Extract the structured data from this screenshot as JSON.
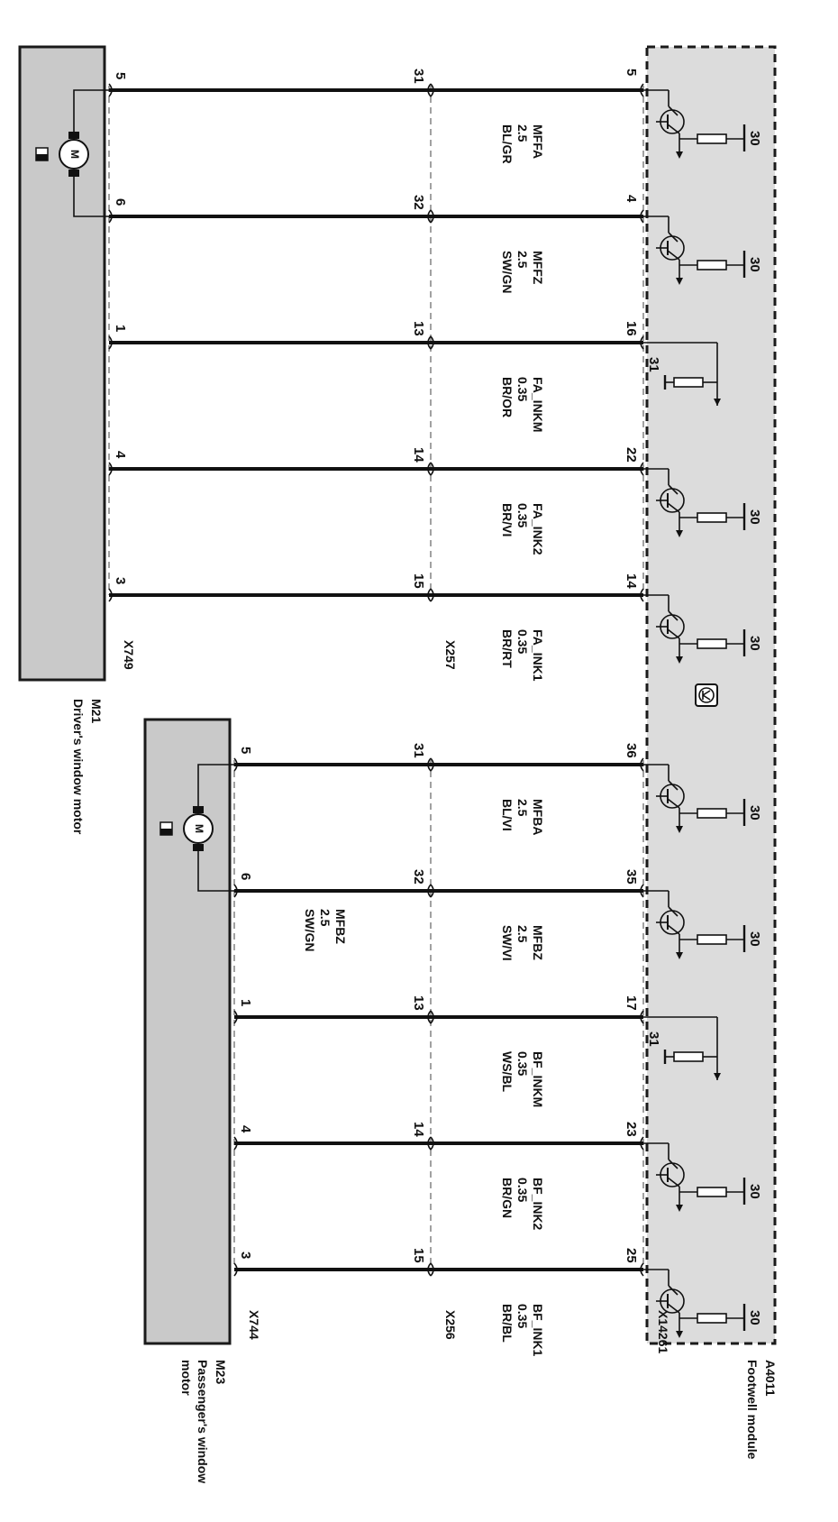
{
  "modules": {
    "driver_motor": {
      "id": "M21",
      "name": "Driver's window motor",
      "connector": "X749",
      "motor_symbol": "M"
    },
    "passenger_motor": {
      "id": "M23",
      "name": "Passenger's window motor",
      "connector": "X744",
      "motor_symbol": "M"
    },
    "footwell": {
      "id": "A4011",
      "name": "Footwell module",
      "connector": "X14261"
    }
  },
  "inline_connectors": {
    "upper": "X257",
    "lower": "X256"
  },
  "supply_label": "30",
  "ground_label": "31",
  "upper_wires": [
    {
      "signal": "MFFA",
      "gauge": "2.5",
      "color": "BL/GR",
      "motor_pin": "5",
      "inline_pin": "31",
      "module_pin": "5",
      "module_stage": "transistor"
    },
    {
      "signal": "MFFZ",
      "gauge": "2.5",
      "color": "SW/GN",
      "motor_pin": "6",
      "inline_pin": "32",
      "module_pin": "4",
      "module_stage": "transistor"
    },
    {
      "signal": "FA_INKM",
      "gauge": "0.35",
      "color": "BR/OR",
      "motor_pin": "1",
      "inline_pin": "13",
      "module_pin": "16",
      "module_stage": "ground"
    },
    {
      "signal": "FA_INK2",
      "gauge": "0.35",
      "color": "BR/VI",
      "motor_pin": "4",
      "inline_pin": "14",
      "module_pin": "22",
      "module_stage": "transistor"
    },
    {
      "signal": "FA_INK1",
      "gauge": "0.35",
      "color": "BR/RT",
      "motor_pin": "3",
      "inline_pin": "15",
      "module_pin": "14",
      "module_stage": "transistor"
    }
  ],
  "lower_wires": [
    {
      "signal": "MFBA",
      "gauge": "2.5",
      "color": "BL/VI",
      "motor_pin": "5",
      "inline_pin": "31",
      "module_pin": "36",
      "module_stage": "transistor"
    },
    {
      "signal": "MFBZ",
      "gauge": "2.5",
      "color": "SW/VI",
      "motor_pin": "6",
      "inline_pin": "32",
      "module_pin": "35",
      "module_stage": "transistor"
    },
    {
      "signal": "BF_INKM",
      "gauge": "0.35",
      "color": "WS/BL",
      "motor_pin": "1",
      "inline_pin": "13",
      "module_pin": "17",
      "module_stage": "ground"
    },
    {
      "signal": "BF_INK2",
      "gauge": "0.35",
      "color": "BR/GN",
      "motor_pin": "4",
      "inline_pin": "14",
      "module_pin": "23",
      "module_stage": "transistor"
    },
    {
      "signal": "BF_INK1",
      "gauge": "0.35",
      "color": "BR/BL",
      "motor_pin": "3",
      "inline_pin": "15",
      "module_pin": "25",
      "module_stage": "transistor"
    }
  ],
  "passenger_side_label": {
    "signal": "MFBZ",
    "gauge": "2.5",
    "color": "SW/GN"
  }
}
